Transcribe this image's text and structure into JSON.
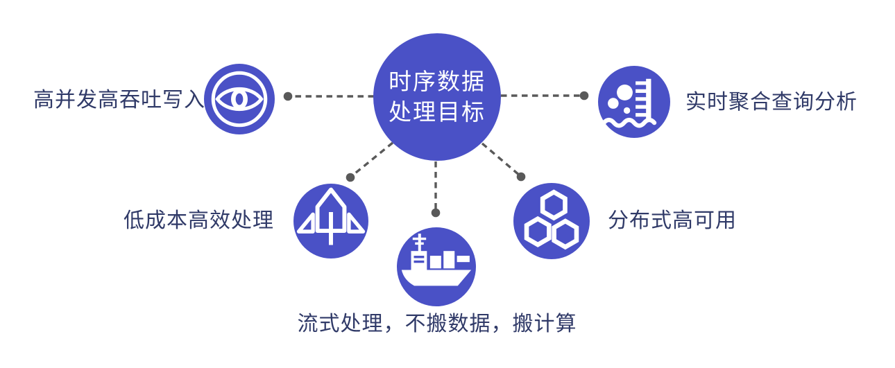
{
  "diagram": {
    "center": {
      "line1": "时序数据",
      "line2": "处理目标"
    },
    "nodes": [
      {
        "icon": "eye-icon",
        "label": "高并发高吞吐写入"
      },
      {
        "icon": "water-level-gauge-icon",
        "label": "实时聚合查询分析"
      },
      {
        "icon": "rocket-icon",
        "label": "低成本高效处理"
      },
      {
        "icon": "cargo-ship-icon",
        "label": "流式处理，不搬数据，搬计算"
      },
      {
        "icon": "hexagon-cluster-icon",
        "label": "分布式高可用"
      }
    ]
  },
  "colors": {
    "node_fill": "#4A51C6",
    "icon_color": "#FFFFFF",
    "center_text": "#FFFFFF",
    "label_text": "#303A68",
    "connector": "#595959",
    "background": "#FFFFFF"
  }
}
